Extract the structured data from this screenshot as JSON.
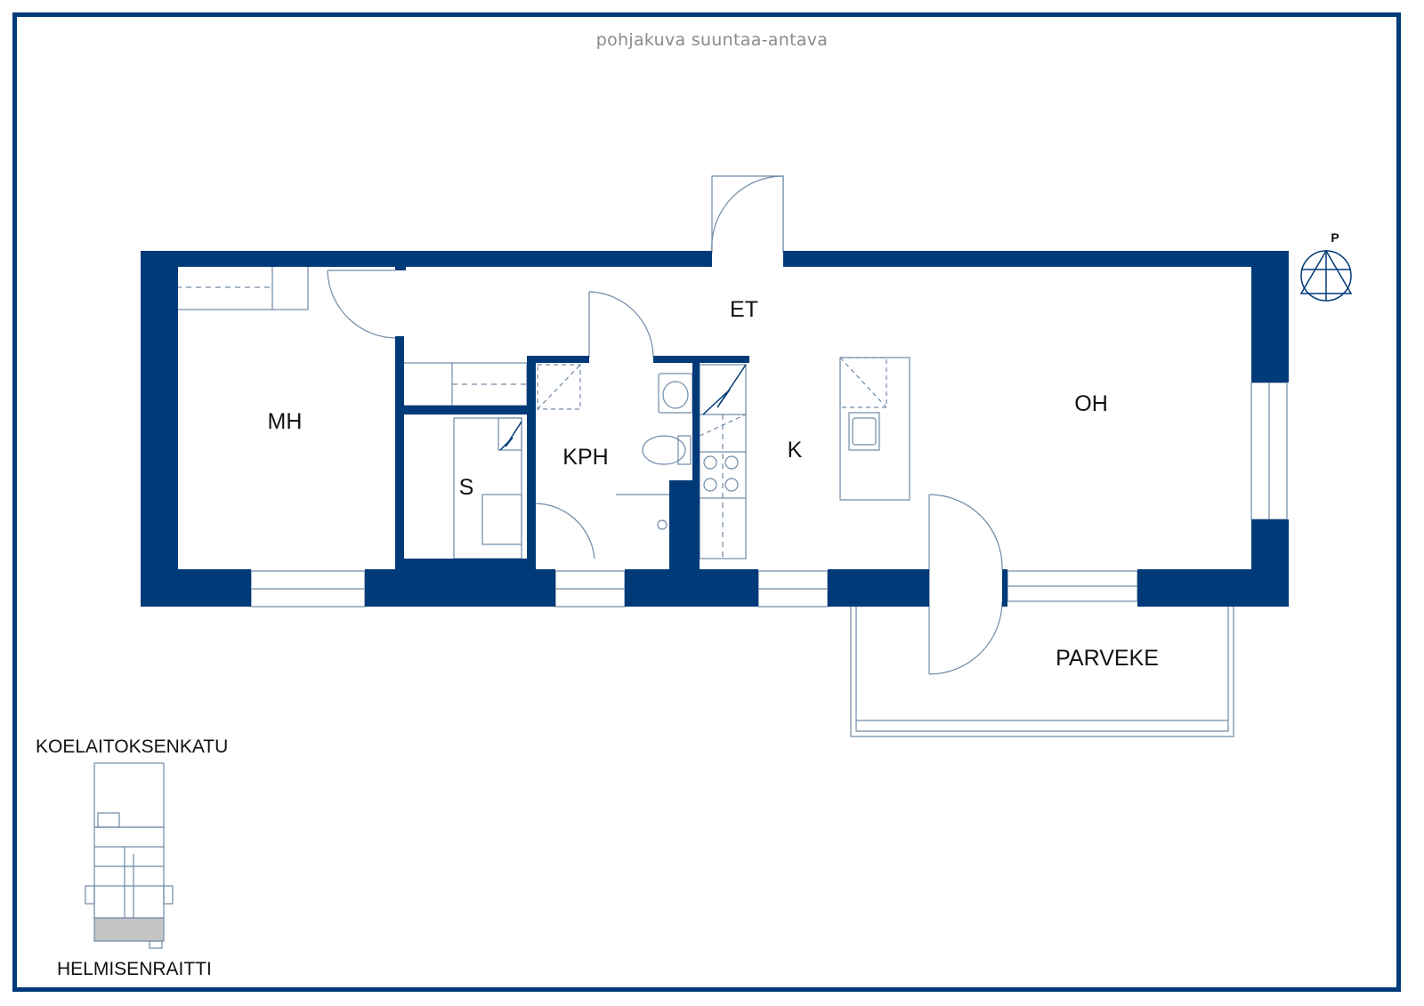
{
  "subtitle": "pohjakuva suuntaa-antava",
  "rooms": {
    "mh": "MH",
    "et": "ET",
    "oh": "OH",
    "kph": "KPH",
    "s": "S",
    "k": "K",
    "parveke": "PARVEKE"
  },
  "compass": {
    "label": "P"
  },
  "site_plan": {
    "street_top": "KOELAITOKSENKATU",
    "street_bottom": "HELMISENRAITTI"
  },
  "colors": {
    "wall": "#003a78",
    "line": "#6f8aa8",
    "frame": "#003a78"
  }
}
